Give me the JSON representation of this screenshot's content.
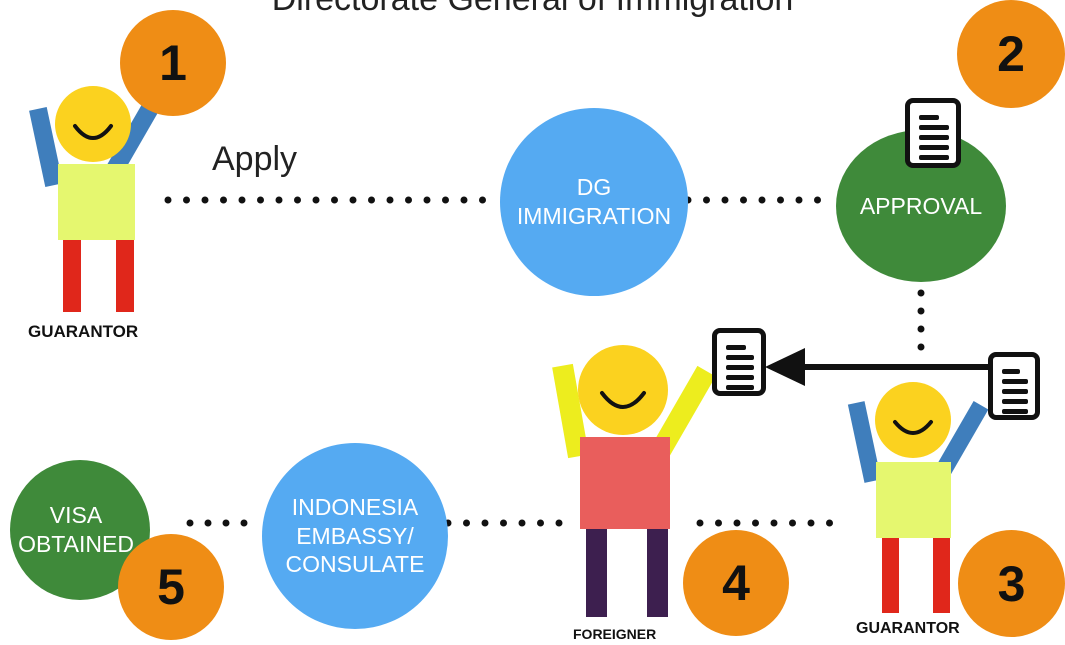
{
  "header": {
    "title": "Directorate General of Immigration"
  },
  "flow": {
    "apply_label": "Apply"
  },
  "nodes": {
    "dg_immigration": "DG\nIMMIGRATION",
    "approval": "APPROVAL",
    "embassy": "INDONESIA\nEMBASSY/\nCONSULATE",
    "visa": "VISA\nOBTAINED"
  },
  "steps": [
    "1",
    "2",
    "3",
    "4",
    "5"
  ],
  "people": {
    "guarantor_left": "GUARANTOR",
    "foreigner": "FOREIGNER",
    "guarantor_right": "GUARANTOR"
  },
  "icons": {
    "person": "person-figure-icon",
    "document": "document-icon",
    "arrow": "arrow-left-icon"
  },
  "colors": {
    "node_blue": "#55aaf2",
    "node_green": "#3f8a3a",
    "step_orange": "#ef8d15",
    "face_yellow": "#fbd21f"
  }
}
